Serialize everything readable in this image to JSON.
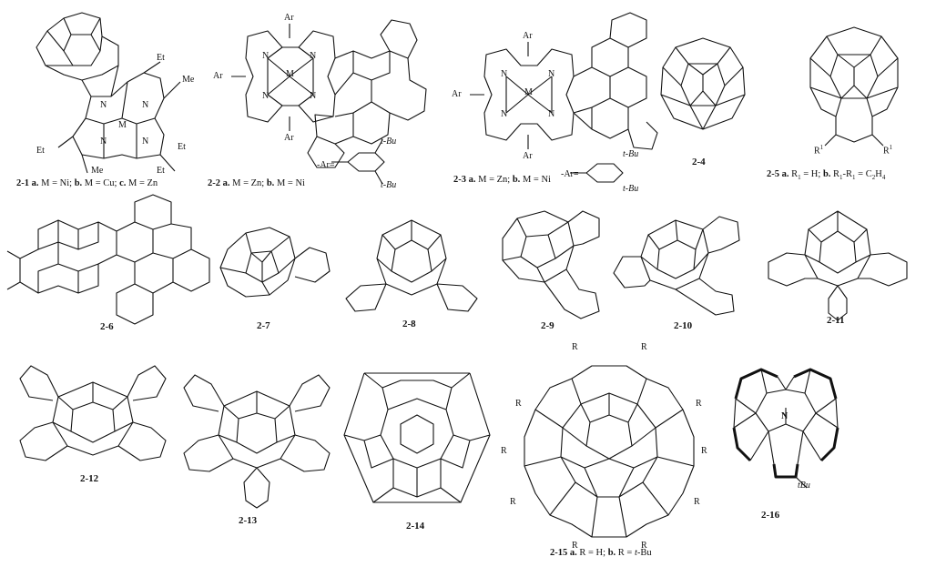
{
  "structures": [
    {
      "id": "2-1",
      "caption_parts": [
        " a.",
        " M = Ni; ",
        "b.",
        " M = Cu; ",
        "c.",
        " M = Zn"
      ],
      "atoms": [
        "Et",
        "Me",
        "M",
        "Et",
        "Et",
        "Me",
        "Et",
        "N",
        "N",
        "N",
        "N"
      ]
    },
    {
      "id": "2-2",
      "caption_parts": [
        " a.",
        " M = Zn; ",
        "b.",
        " M = Ni"
      ],
      "atoms": [
        "Ar",
        "Ar",
        "Ar",
        "M",
        "N",
        "N",
        "N",
        "N"
      ],
      "ar_def": "-Ar=",
      "ar_sub1": "t-Bu",
      "ar_sub2": "t-Bu"
    },
    {
      "id": "2-3",
      "caption_parts": [
        " a.",
        " M = Zn; ",
        "b.",
        " M = Ni"
      ],
      "atoms": [
        "Ar",
        "Ar",
        "Ar",
        "M",
        "N",
        "N",
        "N",
        "N"
      ],
      "ar_def": "-Ar=",
      "ar_sub1": "t-Bu",
      "ar_sub2": "t-Bu"
    },
    {
      "id": "2-4"
    },
    {
      "id": "2-5",
      "caption_parts": [
        " a.",
        " R",
        "1",
        " = H; ",
        "b.",
        " R",
        "1",
        "-R",
        "1",
        " = C",
        "2",
        "H",
        "4"
      ],
      "atoms": [
        "R1",
        "R1"
      ]
    },
    {
      "id": "2-6"
    },
    {
      "id": "2-7"
    },
    {
      "id": "2-8"
    },
    {
      "id": "2-9"
    },
    {
      "id": "2-10"
    },
    {
      "id": "2-11"
    },
    {
      "id": "2-12"
    },
    {
      "id": "2-13"
    },
    {
      "id": "2-14"
    },
    {
      "id": "2-15",
      "caption_parts": [
        " a.",
        " R = H; ",
        "b.",
        " R = ",
        "t",
        "-Bu"
      ],
      "atoms": [
        "R",
        "R",
        "R",
        "R",
        "R",
        "R",
        "R",
        "R",
        "R",
        "R"
      ]
    },
    {
      "id": "2-16",
      "atoms": [
        "N",
        "tBu"
      ]
    }
  ],
  "colors": {
    "ink": "#111111",
    "background": "#ffffff"
  }
}
